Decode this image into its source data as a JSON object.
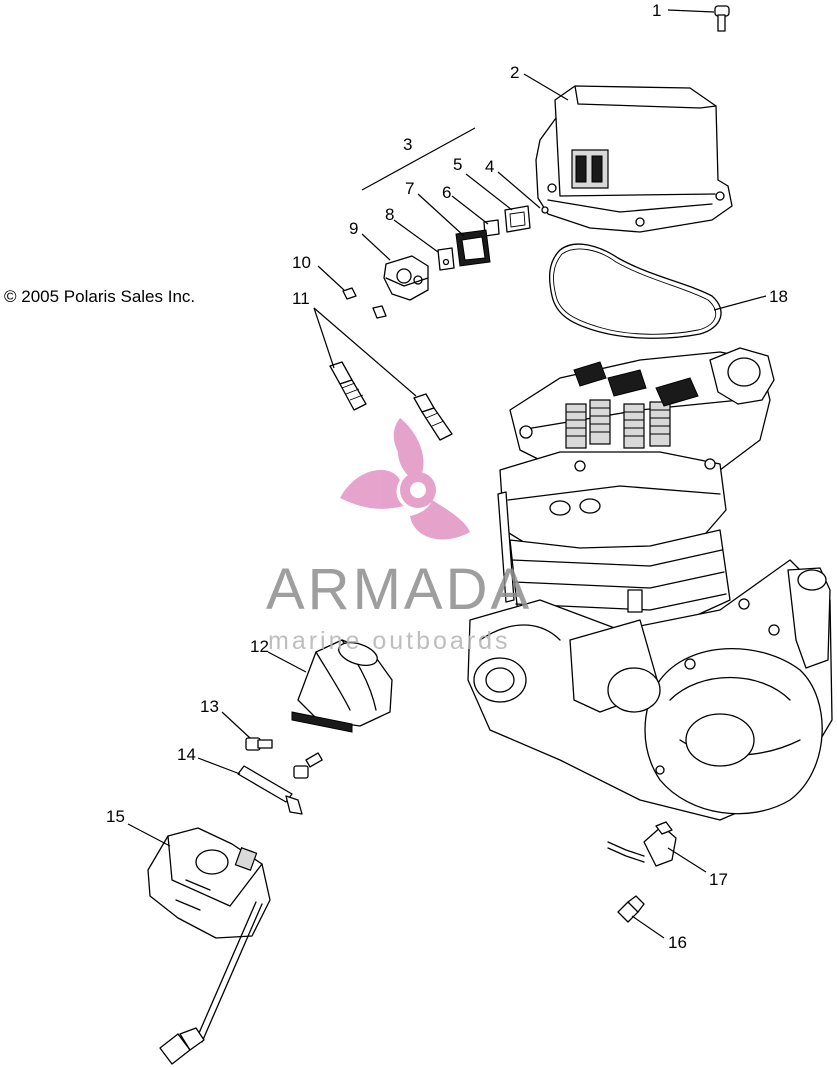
{
  "copyright": "© 2005 Polaris Sales Inc.",
  "watermark": {
    "title": "ARMADA",
    "subtitle": "marine outboards",
    "logo_color": "#e39ac6",
    "text_color": "#8e8e8e"
  },
  "callouts": [
    "1",
    "2",
    "3",
    "4",
    "5",
    "6",
    "7",
    "8",
    "9",
    "10",
    "11",
    "12",
    "13",
    "14",
    "15",
    "16",
    "17",
    "18"
  ]
}
